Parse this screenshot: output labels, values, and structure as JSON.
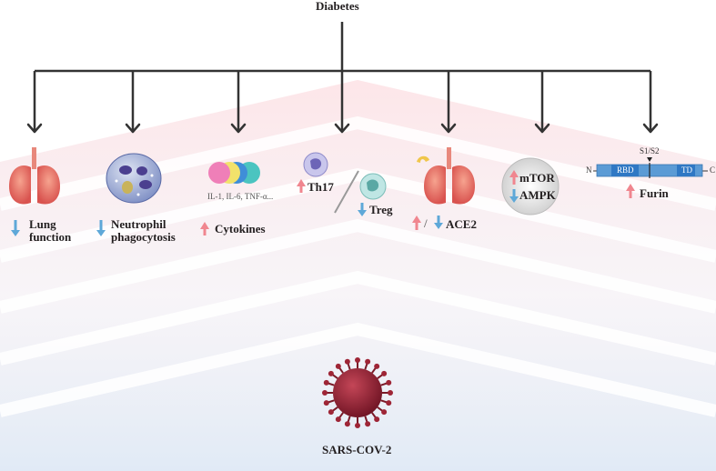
{
  "root_label": "Diabetes",
  "bottom_label": "SARS-COV-2",
  "branches": [
    {
      "id": "lung",
      "lines": [
        "Lung",
        "function"
      ],
      "direction": "down"
    },
    {
      "id": "neutrophil",
      "lines": [
        "Neutrophil",
        "phagocytosis"
      ],
      "direction": "down"
    },
    {
      "id": "cytokines",
      "label": "Cytokines",
      "sublabel": "IL-1, IL-6, TNF-α...",
      "direction": "up"
    },
    {
      "id": "th17",
      "label": "Th17",
      "direction": "up"
    },
    {
      "id": "treg",
      "label": "Treg",
      "direction": "down"
    },
    {
      "id": "ace2",
      "label": "ACE2",
      "separator": "/"
    },
    {
      "id": "mtor",
      "label": "mTOR",
      "direction": "up"
    },
    {
      "id": "ampk",
      "label": "AMPK",
      "direction": "down"
    },
    {
      "id": "furin",
      "label": "Furin",
      "direction": "up",
      "protein": {
        "n_term": "N",
        "c_term": "C",
        "rbd": "RBD",
        "td": "TD",
        "cleavage": "S1/S2"
      }
    }
  ],
  "colors": {
    "up": "#f0868f",
    "down": "#5ea8d8",
    "line": "#333333",
    "virus": "#8b1e2d",
    "protein": "#5b9bd5"
  }
}
